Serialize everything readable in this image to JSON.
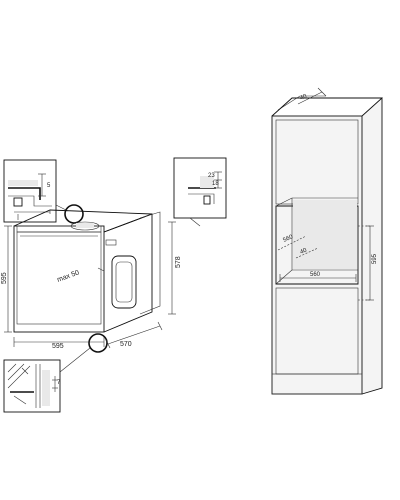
{
  "oven": {
    "width": "595",
    "height": "595",
    "depth": "570",
    "side_depth": "578",
    "max_label": "max 50"
  },
  "detail_top_left": {
    "dim": "5"
  },
  "detail_bottom_left": {
    "dim": "7"
  },
  "detail_middle": {
    "dim_a": "23",
    "dim_b": "18"
  },
  "cabinet": {
    "top_depth": "40",
    "inner_depth": "560",
    "vent": "40",
    "width": "560",
    "height": "595"
  }
}
